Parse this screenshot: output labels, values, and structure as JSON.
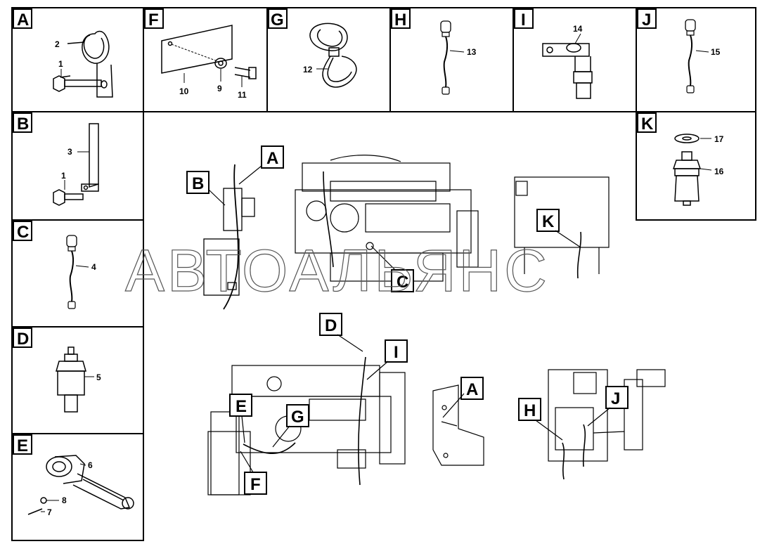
{
  "panels": {
    "A": {
      "letter": "A",
      "callouts": [
        "2",
        "1"
      ]
    },
    "F": {
      "letter": "F",
      "callouts": [
        "10",
        "9",
        "11"
      ]
    },
    "G": {
      "letter": "G",
      "callouts": [
        "12"
      ]
    },
    "H": {
      "letter": "H",
      "callouts": [
        "13"
      ]
    },
    "I": {
      "letter": "I",
      "callouts": [
        "14"
      ]
    },
    "J": {
      "letter": "J",
      "callouts": [
        "15"
      ]
    },
    "B": {
      "letter": "B",
      "callouts": [
        "3",
        "1"
      ]
    },
    "K": {
      "letter": "K",
      "callouts": [
        "17",
        "16"
      ]
    },
    "C": {
      "letter": "C",
      "callouts": [
        "4"
      ]
    },
    "D": {
      "letter": "D",
      "callouts": [
        "5"
      ]
    },
    "E": {
      "letter": "E",
      "callouts": [
        "6",
        "8",
        "7"
      ]
    }
  },
  "main_labels": {
    "A1": "A",
    "B": "B",
    "C": "C",
    "K": "K",
    "D": "D",
    "I": "I",
    "E": "E",
    "G": "G",
    "F": "F",
    "A2": "A",
    "H": "H",
    "J": "J"
  },
  "watermark": "АВТОАЛЬЯНС"
}
